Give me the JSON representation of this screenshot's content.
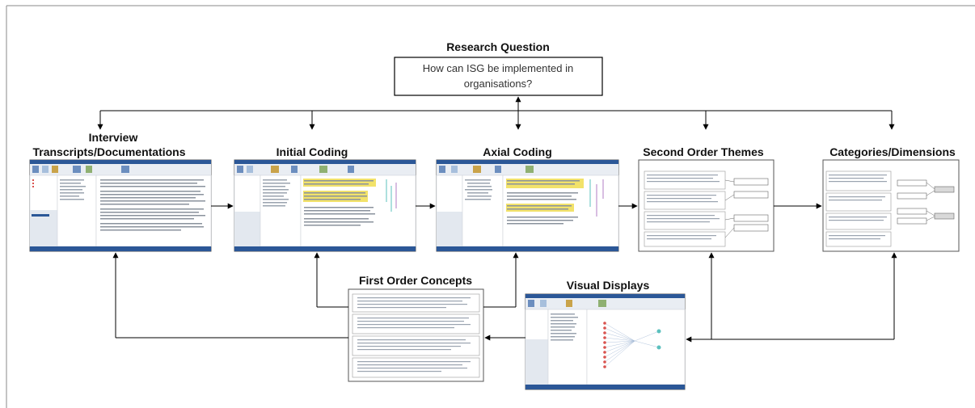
{
  "research_question": {
    "label": "Research Question",
    "line1": "How can ISG be implemented in",
    "line2": "organisations?"
  },
  "stages": [
    {
      "title_line1": "Interview",
      "title_line2": "Transcripts/Documentations"
    },
    {
      "title_line1": "Initial Coding"
    },
    {
      "title_line1": "Axial Coding"
    },
    {
      "title_line1": "Second Order Themes"
    },
    {
      "title_line1": "Categories/Dimensions"
    }
  ],
  "lower_stages": [
    {
      "title": "First Order Concepts"
    },
    {
      "title": "Visual Displays"
    }
  ],
  "colors": {
    "line": "#000000",
    "software_blue": "#2b5797",
    "highlight": "#f2e26a",
    "node_red": "#d9534f",
    "node_teal": "#5bc0be"
  }
}
